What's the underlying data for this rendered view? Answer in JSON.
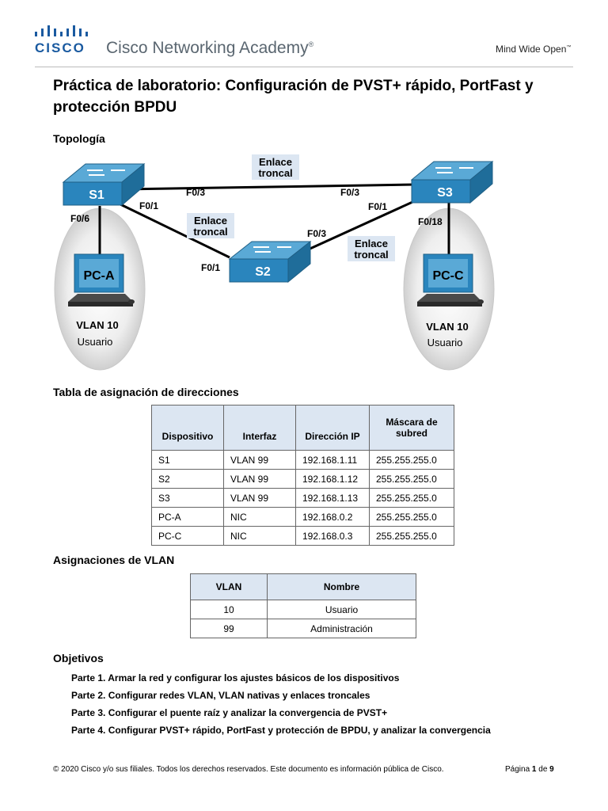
{
  "header": {
    "logo_word": "CISCO",
    "academy": "Cisco Networking Academy",
    "registered": "®",
    "tagline": "Mind Wide Open",
    "tagline_mark": "™"
  },
  "title": "Práctica de laboratorio: Configuración de PVST+ rápido, PortFast y protección BPDU",
  "sections": {
    "topology": "Topología",
    "address_table": "Tabla de asignación de direcciones",
    "vlan_table": "Asignaciones de VLAN",
    "objectives": "Objetivos"
  },
  "topology": {
    "switches": [
      "S1",
      "S2",
      "S3"
    ],
    "pcs": [
      "PC-A",
      "PC-C"
    ],
    "trunk_label_line1": "Enlace",
    "trunk_label_line2": "troncal",
    "ports": {
      "s1_f03": "F0/3",
      "s1_f01": "F0/1",
      "s1_f06": "F0/6",
      "s3_f03": "F0/3",
      "s3_f01": "F0/1",
      "s3_f018": "F0/18",
      "s2_f01": "F0/1",
      "s2_f03": "F0/3"
    },
    "vlan_left": "VLAN 10",
    "vlan_left_name": "Usuario",
    "vlan_right": "VLAN 10",
    "vlan_right_name": "Usuario"
  },
  "address_table": {
    "headers": [
      "Dispositivo",
      "Interfaz",
      "Dirección IP",
      "Máscara de subred"
    ],
    "rows": [
      [
        "S1",
        "VLAN 99",
        "192.168.1.11",
        "255.255.255.0"
      ],
      [
        "S2",
        "VLAN 99",
        "192.168.1.12",
        "255.255.255.0"
      ],
      [
        "S3",
        "VLAN 99",
        "192.168.1.13",
        "255.255.255.0"
      ],
      [
        "PC-A",
        "NIC",
        "192.168.0.2",
        "255.255.255.0"
      ],
      [
        "PC-C",
        "NIC",
        "192.168.0.3",
        "255.255.255.0"
      ]
    ]
  },
  "vlan_table": {
    "headers": [
      "VLAN",
      "Nombre"
    ],
    "rows": [
      [
        "10",
        "Usuario"
      ],
      [
        "99",
        "Administración"
      ]
    ]
  },
  "objectives": [
    "Parte 1. Armar la red y configurar los ajustes básicos de los dispositivos",
    "Parte 2. Configurar redes VLAN, VLAN nativas y enlaces troncales",
    "Parte 3. Configurar el puente raíz y analizar la convergencia de PVST+",
    "Parte 4. Configurar PVST+ rápido, PortFast y protección de BPDU, y analizar la convergencia"
  ],
  "footer": {
    "copyright": "© 2020 Cisco y/o sus filiales. Todos los derechos reservados. Este documento es información pública de Cisco.",
    "page_prefix": "Página",
    "page_current": "1",
    "page_of": "de",
    "page_total": "9"
  }
}
